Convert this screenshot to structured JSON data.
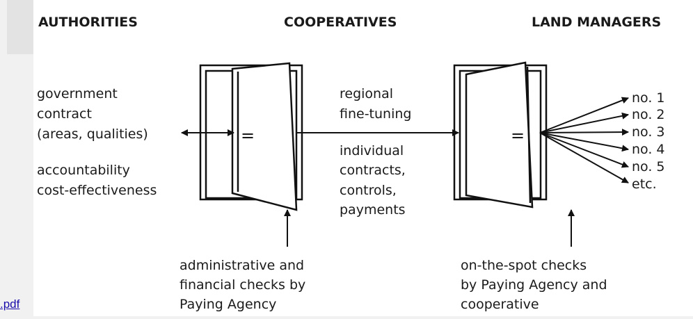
{
  "headers": {
    "authorities": "AUTHORITIES",
    "cooperatives": "COOPERATIVES",
    "land_managers": "LAND MANAGERS"
  },
  "left_text": {
    "lines": [
      "government",
      "contract",
      "(areas, qualities)"
    ],
    "accountability": [
      "accountability",
      "cost-effectiveness"
    ]
  },
  "middle_text": {
    "regional": [
      "regional",
      "fine-tuning"
    ],
    "individual": [
      "individual",
      "contracts,",
      "controls,",
      "payments"
    ]
  },
  "managers": [
    "no. 1",
    "no. 2",
    "no. 3",
    "no. 4",
    "no. 5",
    "etc."
  ],
  "bottom_left": [
    "administrative and",
    "financial checks by",
    "Paying Agency"
  ],
  "bottom_right": [
    "on-the-spot checks",
    "by Paying Agency and",
    "cooperative"
  ],
  "door_symbol": "=",
  "link_text": ".pdf"
}
